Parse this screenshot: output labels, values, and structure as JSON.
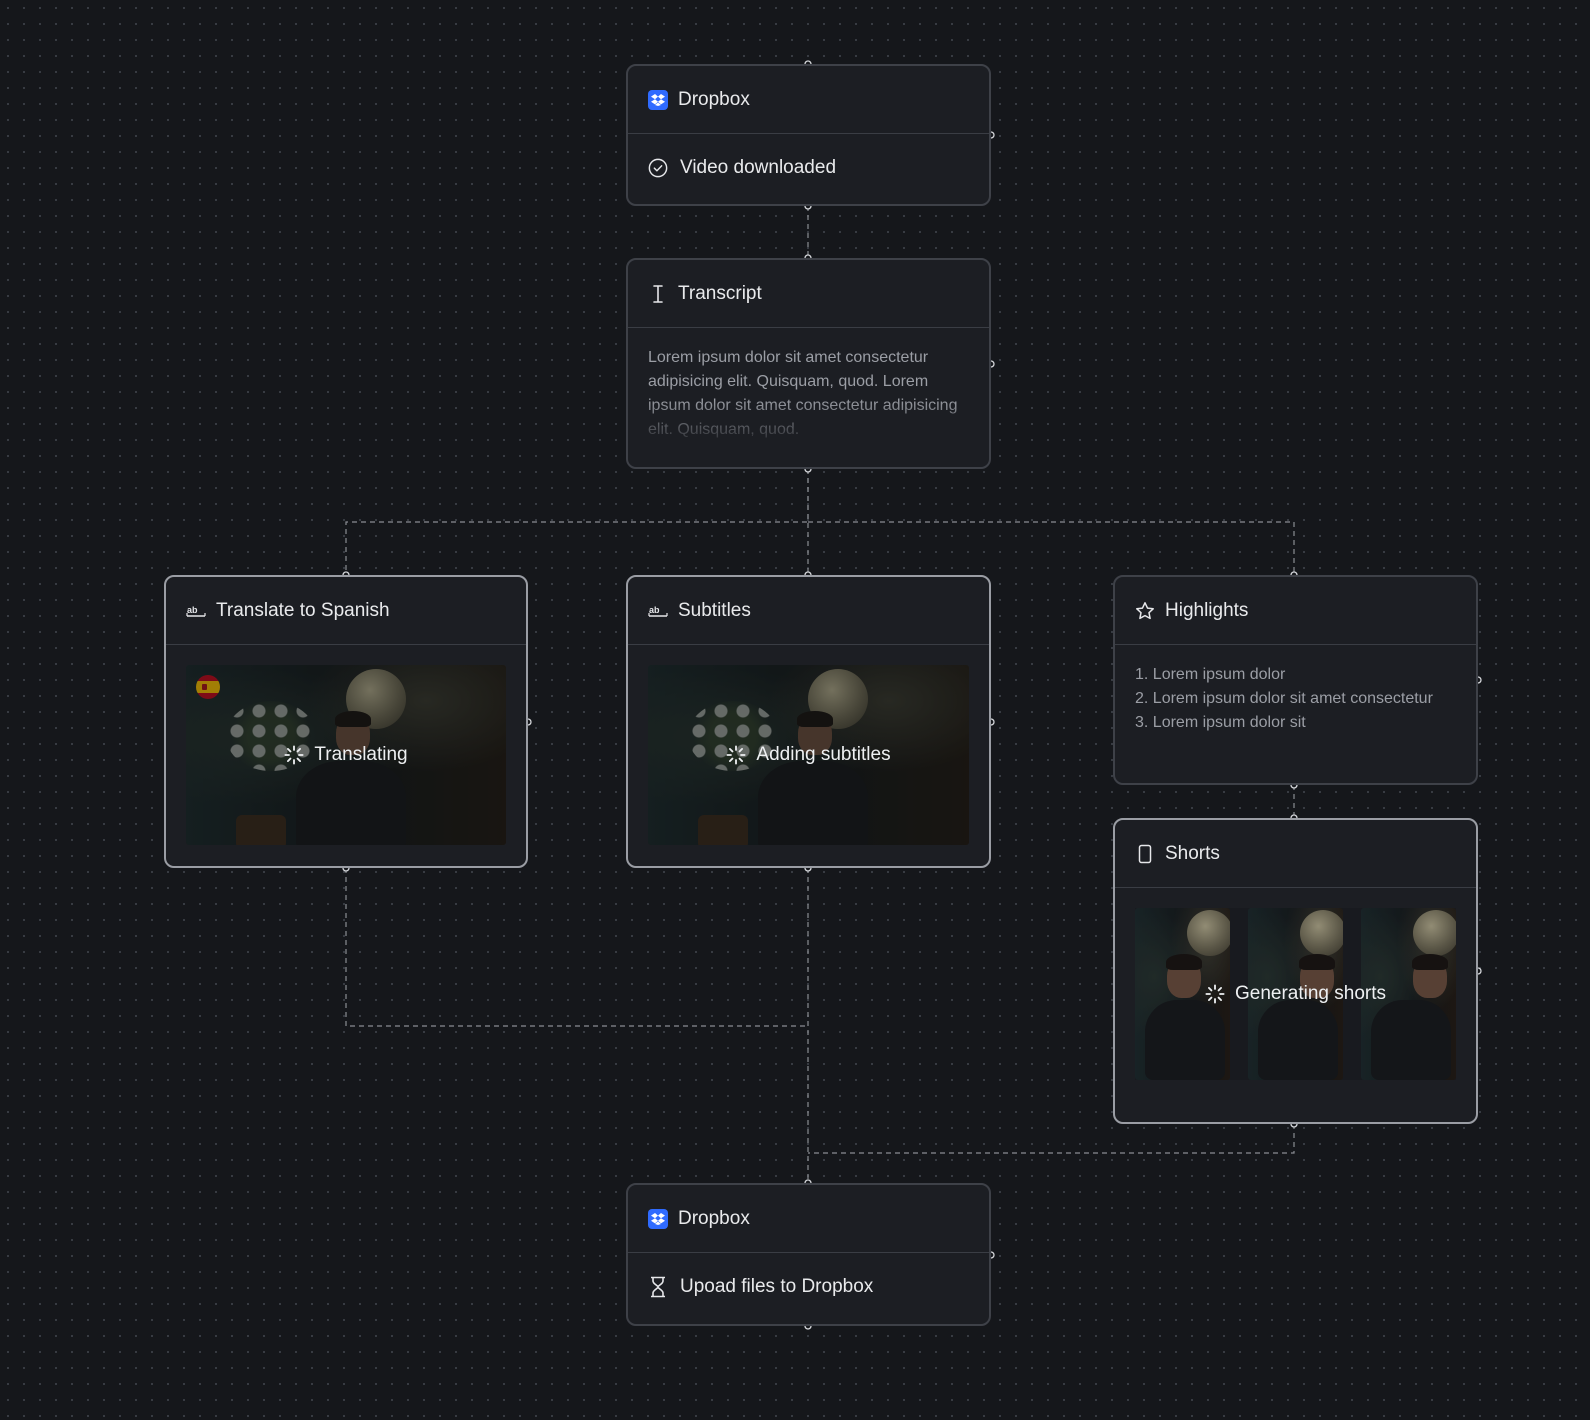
{
  "colors": {
    "canvas": "#15171b",
    "node": "#1c1e23",
    "edge": "#8a8d93",
    "dropbox": "#2f6bff"
  },
  "nodes": {
    "dropbox_source": {
      "title": "Dropbox",
      "status": "Video downloaded",
      "icon": "dropbox-icon",
      "status_icon": "check-circle-icon"
    },
    "transcript": {
      "title": "Transcript",
      "icon": "text-cursor-icon",
      "text": "Lorem ipsum dolor sit amet consectetur adipisicing elit. Quisquam, quod. Lorem ipsum dolor sit amet consectetur adipisicing elit. Quisquam, quod."
    },
    "translate": {
      "title": "Translate to Spanish",
      "icon": "ab-text-icon",
      "status": "Translating",
      "flag": "spain-flag-icon"
    },
    "subtitles": {
      "title": "Subtitles",
      "icon": "ab-text-icon",
      "status": "Adding subtitles"
    },
    "highlights": {
      "title": "Highlights",
      "icon": "star-icon",
      "items": [
        "1. Lorem ipsum dolor",
        "2. Lorem ipsum dolor sit amet consectetur",
        "3. Lorem ipsum dolor sit"
      ]
    },
    "shorts": {
      "title": "Shorts",
      "icon": "phone-icon",
      "status": "Generating shorts"
    },
    "dropbox_upload": {
      "title": "Dropbox",
      "status": "Upoad files to Dropbox",
      "icon": "dropbox-icon",
      "status_icon": "hourglass-icon"
    }
  }
}
